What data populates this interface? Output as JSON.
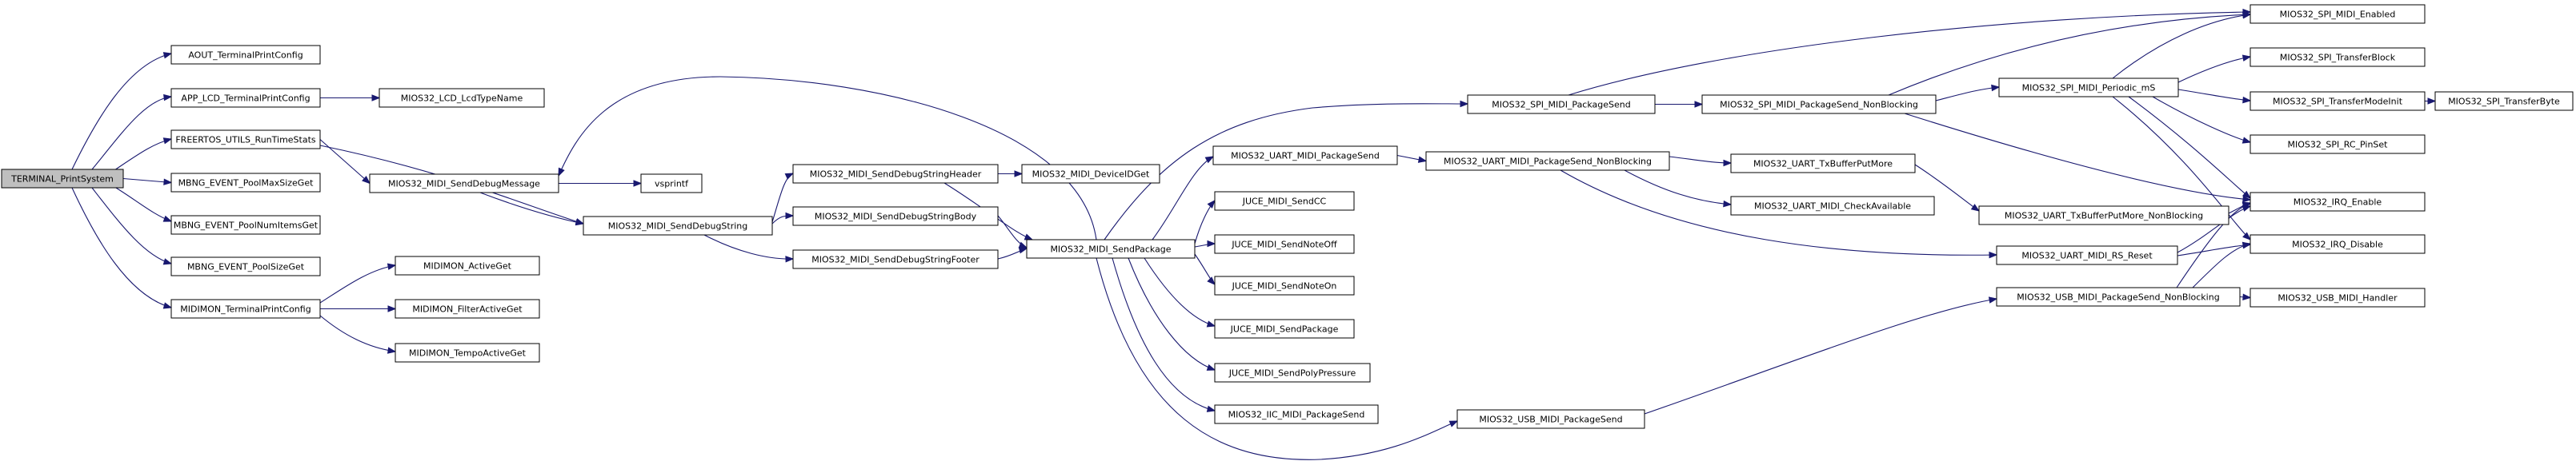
{
  "graph": {
    "root": "TERMINAL_PrintSystem",
    "colors": {
      "edge": "#191970",
      "node_border": "#000000",
      "root_fill": "#bfbfbf",
      "node_fill": "#ffffff"
    },
    "nodes": [
      {
        "id": "n0",
        "label": "TERMINAL_PrintSystem"
      },
      {
        "id": "n1",
        "label": "AOUT_TerminalPrintConfig"
      },
      {
        "id": "n2",
        "label": "APP_LCD_TerminalPrintConfig"
      },
      {
        "id": "n3",
        "label": "FREERTOS_UTILS_RunTimeStats"
      },
      {
        "id": "n4",
        "label": "MBNG_EVENT_PoolMaxSizeGet"
      },
      {
        "id": "n5",
        "label": "MBNG_EVENT_PoolNumItemsGet"
      },
      {
        "id": "n6",
        "label": "MBNG_EVENT_PoolSizeGet"
      },
      {
        "id": "n7",
        "label": "MIDIMON_TerminalPrintConfig"
      },
      {
        "id": "n8",
        "label": "MIOS32_LCD_LcdTypeName"
      },
      {
        "id": "n9",
        "label": "MIOS32_MIDI_SendDebugMessage"
      },
      {
        "id": "n10",
        "label": "MIOS32_MIDI_SendDebugString"
      },
      {
        "id": "n11",
        "label": "MIDIMON_ActiveGet"
      },
      {
        "id": "n12",
        "label": "MIDIMON_FilterActiveGet"
      },
      {
        "id": "n13",
        "label": "MIDIMON_TempoActiveGet"
      },
      {
        "id": "n14",
        "label": "vsprintf"
      },
      {
        "id": "n15",
        "label": "MIOS32_MIDI_SendDebugStringHeader"
      },
      {
        "id": "n16",
        "label": "MIOS32_MIDI_SendDebugStringBody"
      },
      {
        "id": "n17",
        "label": "MIOS32_MIDI_SendDebugStringFooter"
      },
      {
        "id": "n18",
        "label": "MIOS32_MIDI_DeviceIDGet"
      },
      {
        "id": "n19",
        "label": "MIOS32_MIDI_SendPackage"
      },
      {
        "id": "n20",
        "label": "MIOS32_SPI_MIDI_PackageSend"
      },
      {
        "id": "n21",
        "label": "MIOS32_UART_MIDI_PackageSend"
      },
      {
        "id": "n22",
        "label": "JUCE_MIDI_SendCC"
      },
      {
        "id": "n23",
        "label": "JUCE_MIDI_SendNoteOff"
      },
      {
        "id": "n24",
        "label": "JUCE_MIDI_SendNoteOn"
      },
      {
        "id": "n25",
        "label": "JUCE_MIDI_SendPackage"
      },
      {
        "id": "n26",
        "label": "JUCE_MIDI_SendPolyPressure"
      },
      {
        "id": "n27",
        "label": "MIOS32_IIC_MIDI_PackageSend"
      },
      {
        "id": "n28",
        "label": "MIOS32_USB_MIDI_PackageSend"
      },
      {
        "id": "n29",
        "label": "MIOS32_SPI_MIDI_PackageSend_NonBlocking"
      },
      {
        "id": "n30",
        "label": "MIOS32_UART_MIDI_PackageSend_NonBlocking"
      },
      {
        "id": "n31",
        "label": "MIOS32_USB_MIDI_PackageSend_NonBlocking"
      },
      {
        "id": "n32",
        "label": "MIOS32_SPI_MIDI_Periodic_mS"
      },
      {
        "id": "n33",
        "label": "MIOS32_UART_TxBufferPutMore"
      },
      {
        "id": "n34",
        "label": "MIOS32_UART_MIDI_CheckAvailable"
      },
      {
        "id": "n35",
        "label": "MIOS32_UART_TxBufferPutMore_NonBlocking"
      },
      {
        "id": "n36",
        "label": "MIOS32_UART_MIDI_RS_Reset"
      },
      {
        "id": "n37",
        "label": "MIOS32_SPI_MIDI_Enabled"
      },
      {
        "id": "n38",
        "label": "MIOS32_SPI_TransferBlock"
      },
      {
        "id": "n39",
        "label": "MIOS32_SPI_TransferModeInit"
      },
      {
        "id": "n40",
        "label": "MIOS32_SPI_RC_PinSet"
      },
      {
        "id": "n41",
        "label": "MIOS32_IRQ_Enable"
      },
      {
        "id": "n42",
        "label": "MIOS32_IRQ_Disable"
      },
      {
        "id": "n43",
        "label": "MIOS32_USB_MIDI_Handler"
      },
      {
        "id": "n44",
        "label": "MIOS32_SPI_TransferByte"
      }
    ]
  }
}
